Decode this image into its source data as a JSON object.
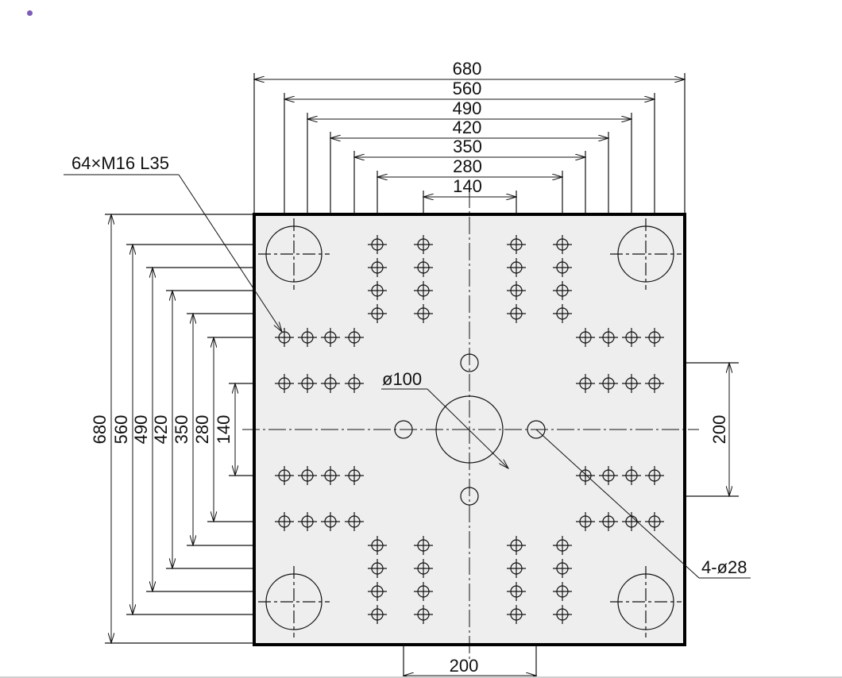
{
  "colors": {
    "plate_fill": "#eeeeee",
    "line": "#111111",
    "marker": "#7b5cb8"
  },
  "top_dimensions": [
    "680",
    "560",
    "490",
    "420",
    "350",
    "280",
    "140"
  ],
  "left_dimensions": [
    "680",
    "560",
    "490",
    "420",
    "350",
    "280",
    "140"
  ],
  "right_dimension": "200",
  "bottom_dimension": "200",
  "callouts": {
    "tapped_holes": "64×M16 L35",
    "center_hole": "ø100",
    "ring_holes": "4-ø28"
  }
}
